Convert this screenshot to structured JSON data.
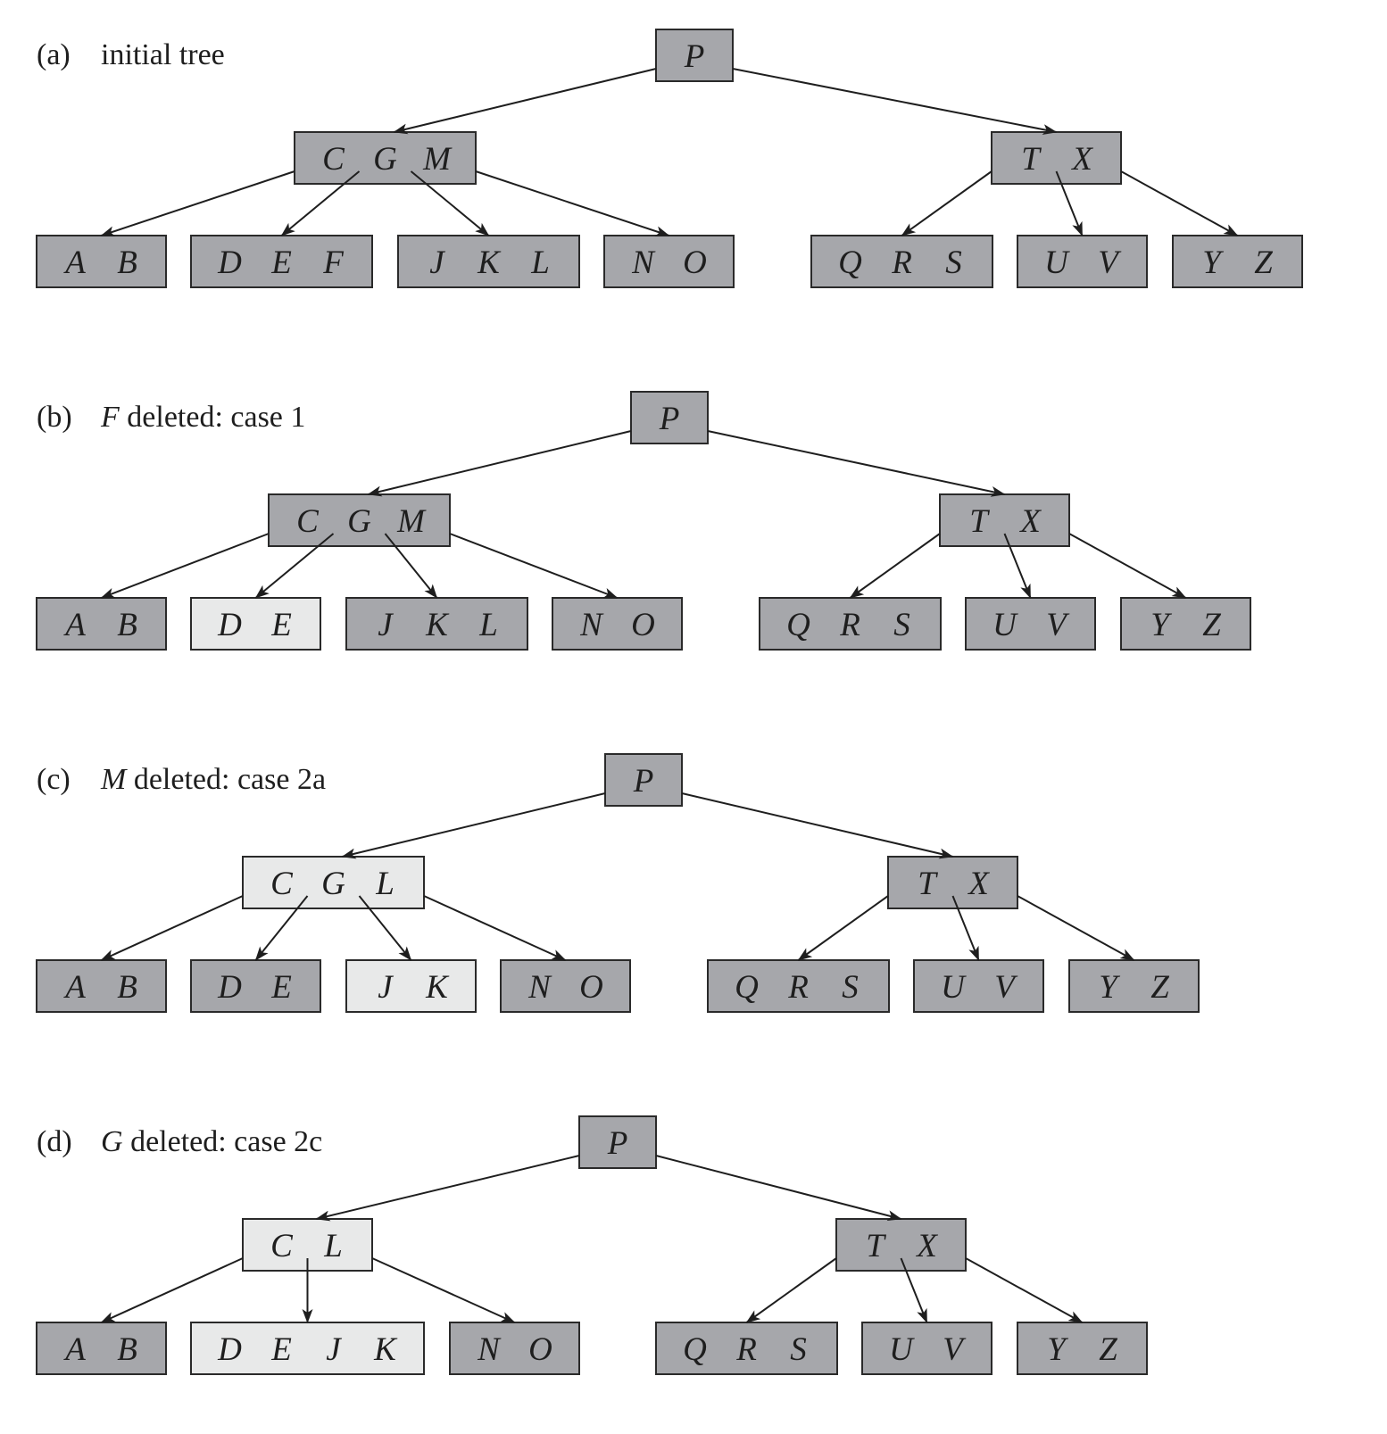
{
  "colors": {
    "dark_node": "#a6a7ab",
    "light_node": "#e8e9e9",
    "stroke": "#2a2a2a",
    "text": "#1e1e1e"
  },
  "panels": [
    {
      "tag": "(a)",
      "caption_key": "",
      "caption_text": "initial tree",
      "root": {
        "keys": [
          "P"
        ],
        "highlight": false
      },
      "left": {
        "keys": [
          "C",
          "G",
          "M"
        ],
        "highlight": false
      },
      "right": {
        "keys": [
          "T",
          "X"
        ],
        "highlight": false
      },
      "left_leaves": [
        {
          "keys": [
            "A",
            "B"
          ],
          "highlight": false
        },
        {
          "keys": [
            "D",
            "E",
            "F"
          ],
          "highlight": false
        },
        {
          "keys": [
            "J",
            "K",
            "L"
          ],
          "highlight": false
        },
        {
          "keys": [
            "N",
            "O"
          ],
          "highlight": false
        }
      ],
      "right_leaves": [
        {
          "keys": [
            "Q",
            "R",
            "S"
          ],
          "highlight": false
        },
        {
          "keys": [
            "U",
            "V"
          ],
          "highlight": false
        },
        {
          "keys": [
            "Y",
            "Z"
          ],
          "highlight": false
        }
      ]
    },
    {
      "tag": "(b)",
      "caption_key": "F",
      "caption_text": "deleted: case 1",
      "root": {
        "keys": [
          "P"
        ],
        "highlight": false
      },
      "left": {
        "keys": [
          "C",
          "G",
          "M"
        ],
        "highlight": false
      },
      "right": {
        "keys": [
          "T",
          "X"
        ],
        "highlight": false
      },
      "left_leaves": [
        {
          "keys": [
            "A",
            "B"
          ],
          "highlight": false
        },
        {
          "keys": [
            "D",
            "E"
          ],
          "highlight": true
        },
        {
          "keys": [
            "J",
            "K",
            "L"
          ],
          "highlight": false
        },
        {
          "keys": [
            "N",
            "O"
          ],
          "highlight": false
        }
      ],
      "right_leaves": [
        {
          "keys": [
            "Q",
            "R",
            "S"
          ],
          "highlight": false
        },
        {
          "keys": [
            "U",
            "V"
          ],
          "highlight": false
        },
        {
          "keys": [
            "Y",
            "Z"
          ],
          "highlight": false
        }
      ]
    },
    {
      "tag": "(c)",
      "caption_key": "M",
      "caption_text": "deleted: case 2a",
      "root": {
        "keys": [
          "P"
        ],
        "highlight": false
      },
      "left": {
        "keys": [
          "C",
          "G",
          "L"
        ],
        "highlight": true
      },
      "right": {
        "keys": [
          "T",
          "X"
        ],
        "highlight": false
      },
      "left_leaves": [
        {
          "keys": [
            "A",
            "B"
          ],
          "highlight": false
        },
        {
          "keys": [
            "D",
            "E"
          ],
          "highlight": false
        },
        {
          "keys": [
            "J",
            "K"
          ],
          "highlight": true
        },
        {
          "keys": [
            "N",
            "O"
          ],
          "highlight": false
        }
      ],
      "right_leaves": [
        {
          "keys": [
            "Q",
            "R",
            "S"
          ],
          "highlight": false
        },
        {
          "keys": [
            "U",
            "V"
          ],
          "highlight": false
        },
        {
          "keys": [
            "Y",
            "Z"
          ],
          "highlight": false
        }
      ]
    },
    {
      "tag": "(d)",
      "caption_key": "G",
      "caption_text": "deleted: case 2c",
      "root": {
        "keys": [
          "P"
        ],
        "highlight": false
      },
      "left": {
        "keys": [
          "C",
          "L"
        ],
        "highlight": true
      },
      "right": {
        "keys": [
          "T",
          "X"
        ],
        "highlight": false
      },
      "left_leaves": [
        {
          "keys": [
            "A",
            "B"
          ],
          "highlight": false
        },
        {
          "keys": [
            "D",
            "E",
            "J",
            "K"
          ],
          "highlight": true
        },
        {
          "keys": [
            "N",
            "O"
          ],
          "highlight": false
        }
      ],
      "right_leaves": [
        {
          "keys": [
            "Q",
            "R",
            "S"
          ],
          "highlight": false
        },
        {
          "keys": [
            "U",
            "V"
          ],
          "highlight": false
        },
        {
          "keys": [
            "Y",
            "Z"
          ],
          "highlight": false
        }
      ]
    }
  ]
}
